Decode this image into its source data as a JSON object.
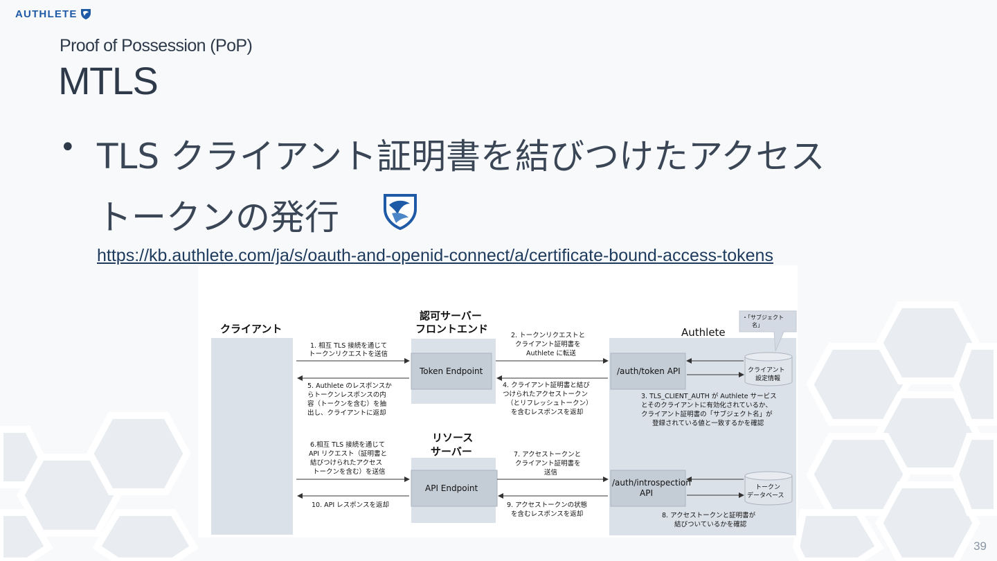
{
  "header": {
    "logo_text": "AUTHLETE",
    "subtitle": "Proof of Possession (PoP)",
    "title": "MTLS"
  },
  "bullet": {
    "marker": "•",
    "line1": "TLS クライアント証明書を結びつけたアクセス",
    "line2": "トークンの発行",
    "icon": "fapi-shield-icon"
  },
  "link": {
    "text": "https://kb.authlete.com/ja/s/oauth-and-openid-connect/a/certificate-bound-access-tokens"
  },
  "diagram": {
    "client_label": "クライアント",
    "authz_server_label": [
      "認可サーバー",
      "フロントエンド"
    ],
    "resource_server_label": [
      "リソース",
      "サーバー"
    ],
    "authlete_label": "Authlete",
    "token_endpoint": "Token Endpoint",
    "api_endpoint": "API Endpoint",
    "auth_token_api": "/auth/token API",
    "auth_introspection_api": [
      "/auth/introspection",
      "API"
    ],
    "client_config_db": [
      "クライアント",
      "設定情報"
    ],
    "token_db": [
      "トークン",
      "データベース"
    ],
    "callout": [
      "・「サブジェクト",
      "名」"
    ],
    "steps": {
      "s1": [
        "1. 相互 TLS 接続を通じて",
        "トークンリクエストを送信"
      ],
      "s2": [
        "2. トークンリクエストと",
        "クライアント証明書を",
        "Authlete に転送"
      ],
      "s3": [
        "3. TLS_CLIENT_AUTH が Authlete サービス",
        "とそのクライアントに有効化されているか、",
        "クライアント証明書の「サブジェクト名」が",
        "登録されている値と一致するかを確認"
      ],
      "s4": [
        "4. クライアント証明書と結び",
        "つけられたアクセストークン",
        "（とリフレッシュトークン）",
        "を含むレスポンスを返却"
      ],
      "s5": [
        "5. Authlete のレスポンスか",
        "らトークンレスポンスの内",
        "容（トークンを含む）を抽",
        "出し、クライアントに返却"
      ],
      "s6": [
        "6.相互 TLS 接続を通じて",
        "API リクエスト（証明書と",
        "結びつけられたアクセス",
        "トークンを含む）を送信"
      ],
      "s7": [
        "7. アクセストークンと",
        "クライアント証明書を",
        "送信"
      ],
      "s8": [
        "8. アクセストークンと証明書が",
        "結びついているかを確認"
      ],
      "s9": [
        "9. アクセストークンの状態",
        "を含むレスポンスを返却"
      ],
      "s10": [
        "10. API レスポンスを返却"
      ]
    }
  },
  "page_number": "39",
  "colors": {
    "brand": "#1f5aa6",
    "text": "#2e3a4a",
    "box_fill": "#dbe1e9",
    "hex_bg": "#eceff3"
  }
}
